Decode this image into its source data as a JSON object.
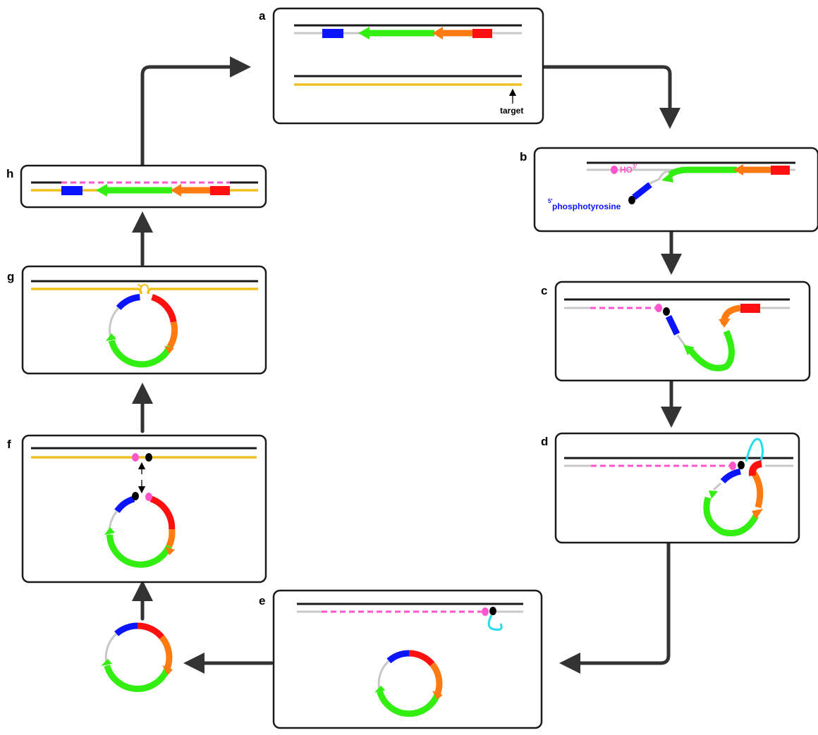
{
  "panels": {
    "a": {
      "letter": "a",
      "target_label": "target"
    },
    "b": {
      "letter": "b",
      "ho_label": "HO",
      "ho_sup": "3'",
      "pt_sup": "5'",
      "pt_label": "phosphotyrosine"
    },
    "c": {
      "letter": "c"
    },
    "d": {
      "letter": "d"
    },
    "e": {
      "letter": "e"
    },
    "f": {
      "letter": "f"
    },
    "g": {
      "letter": "g"
    },
    "h": {
      "letter": "h"
    }
  },
  "colors": {
    "strand_top": "#1a1a1a",
    "strand_donor": "#c8c8c8",
    "strand_target": "#f0c020",
    "blue": "#0a14ff",
    "green": "#33ee11",
    "orange": "#ff7a10",
    "red": "#ff1010",
    "pink": "#ff55cc",
    "cyan": "#22ddee",
    "arrow": "#333333",
    "phosphotyrosine_text": "#0a14ff",
    "ho_text": "#ff55cc"
  }
}
